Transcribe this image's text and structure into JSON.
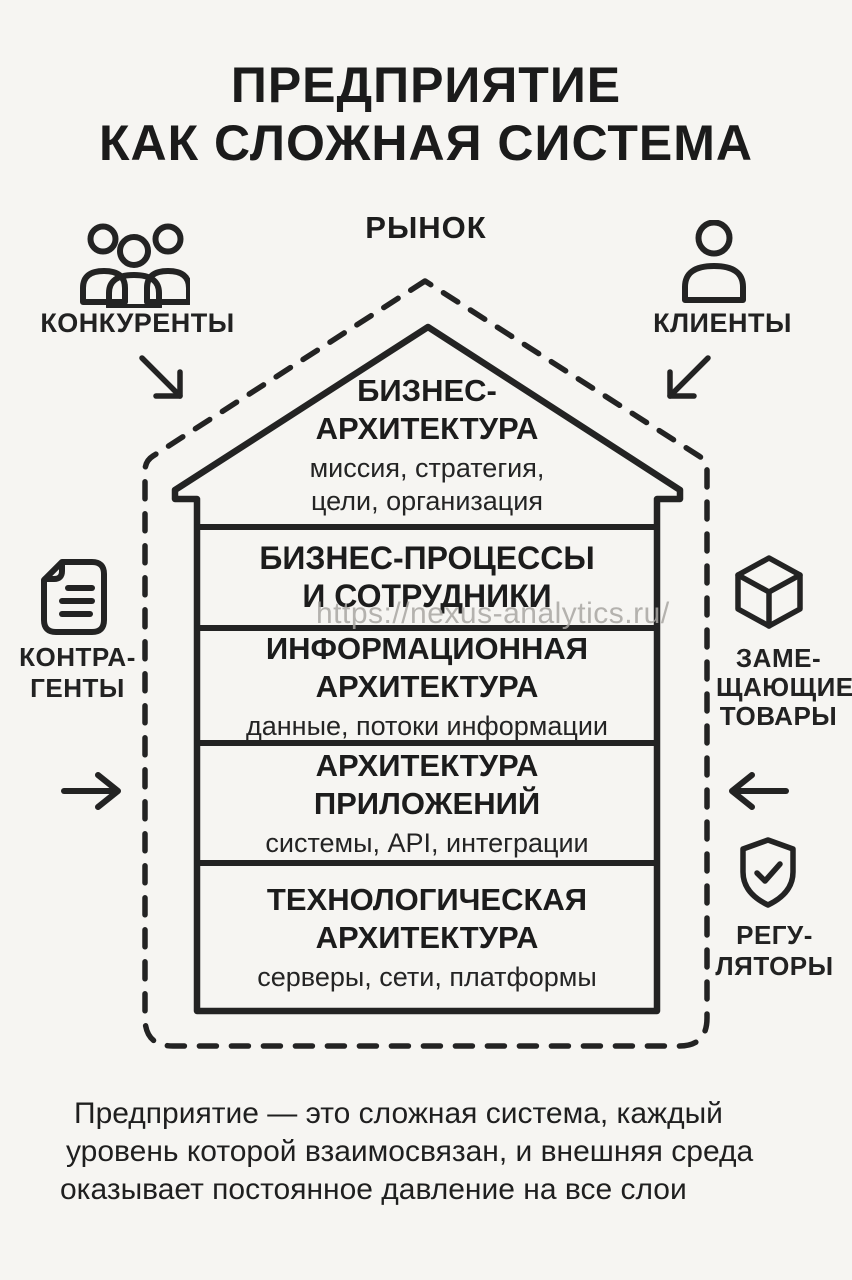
{
  "title": {
    "line1": "ПРЕДПРИЯТИЕ",
    "line2": "КАК СЛОЖНАЯ СИСТЕМА"
  },
  "environment": {
    "market_label": "РЫНОК",
    "competitors_label": "КОНКУРЕНТЫ",
    "clients_label": "КЛИЕНТЫ",
    "contractors_label_line1": "КОНТРА-",
    "contractors_label_line2": "ГЕНТЫ",
    "substitutes_label_line1": "ЗАМЕ-",
    "substitutes_label_line2": "ЩАЮЩИЕ",
    "substitutes_label_line3": "ТОВАРЫ",
    "regulators_label_line1": "РЕГУ-",
    "regulators_label_line2": "ЛЯТОРЫ"
  },
  "house": {
    "floors": [
      {
        "title_line1": "БИЗНЕС-",
        "title_line2": "АРХИТЕКТУРА",
        "subtitle_line1": "миссия, стратегия,",
        "subtitle_line2": "цели, организация"
      },
      {
        "title_line1": "БИЗНЕС-ПРОЦЕССЫ",
        "title_line2": "И СОТРУДНИКИ"
      },
      {
        "title_line1": "ИНФОРМАЦИОННАЯ",
        "title_line2": "АРХИТЕКТУРА",
        "subtitle": "данные, потоки информации"
      },
      {
        "title_line1": "АРХИТЕКТУРА",
        "title_line2": "ПРИЛОЖЕНИЙ",
        "subtitle": "системы, API, интеграции"
      },
      {
        "title_line1": "ТЕХНОЛОГИЧЕСКАЯ",
        "title_line2": "АРХИТЕКТУРА",
        "subtitle": "серверы, сети, платформы"
      }
    ]
  },
  "watermark": "https://nexus-analytics.ru/",
  "footer": {
    "line1": "Предприятие — это сложная система, каждый",
    "line2": "уровень которой взаимосвязан, и внешняя среда",
    "line3": "оказывает постоянное давление на все слои"
  },
  "colors": {
    "background": "#f6f5f2",
    "ink": "#232323",
    "watermark": "#a8a6a2"
  }
}
